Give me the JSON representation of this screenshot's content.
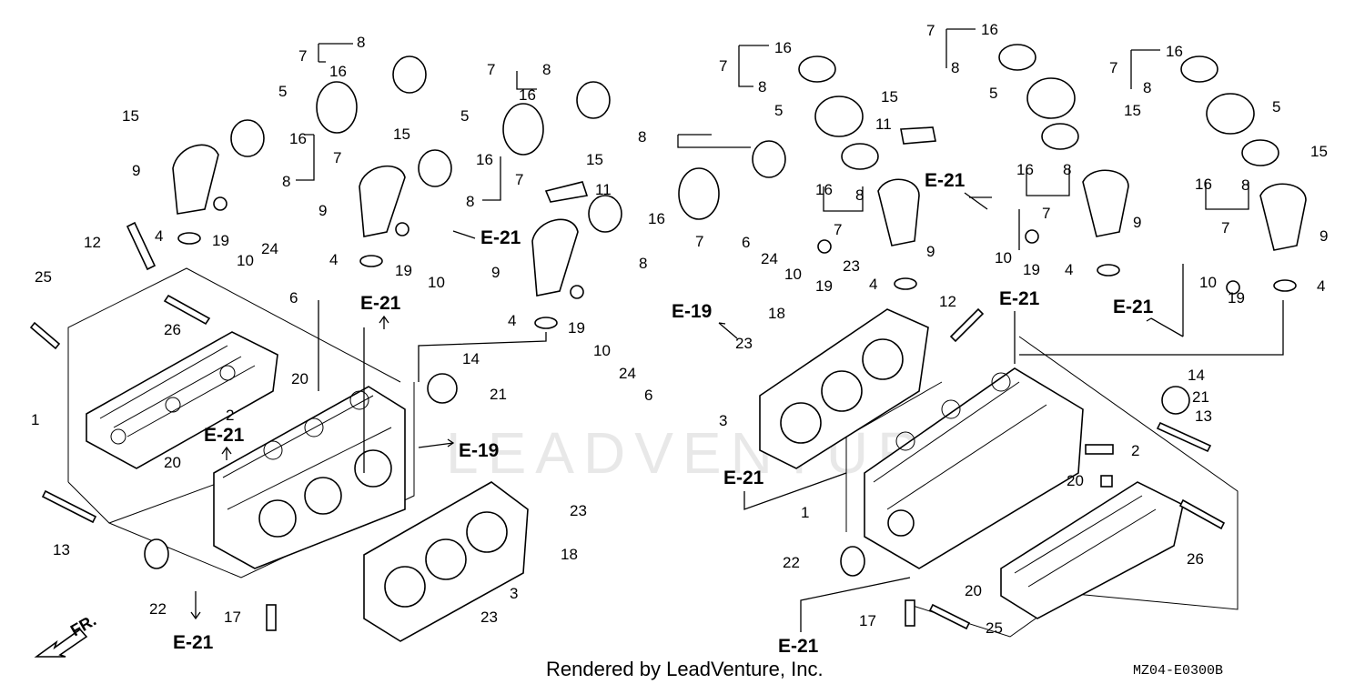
{
  "watermark": "LEADVENTURE",
  "footer": {
    "rendered_by": "Rendered by LeadVenture, Inc.",
    "code": "MZ04-E0300B"
  },
  "direction": {
    "label": "FR."
  },
  "refs": {
    "e21": "E-21",
    "e19": "E-19"
  },
  "numbers": [
    "1",
    "2",
    "3",
    "4",
    "5",
    "6",
    "7",
    "8",
    "9",
    "10",
    "11",
    "12",
    "13",
    "14",
    "15",
    "16",
    "17",
    "18",
    "19",
    "20",
    "21",
    "22",
    "23",
    "24",
    "25",
    "26"
  ]
}
